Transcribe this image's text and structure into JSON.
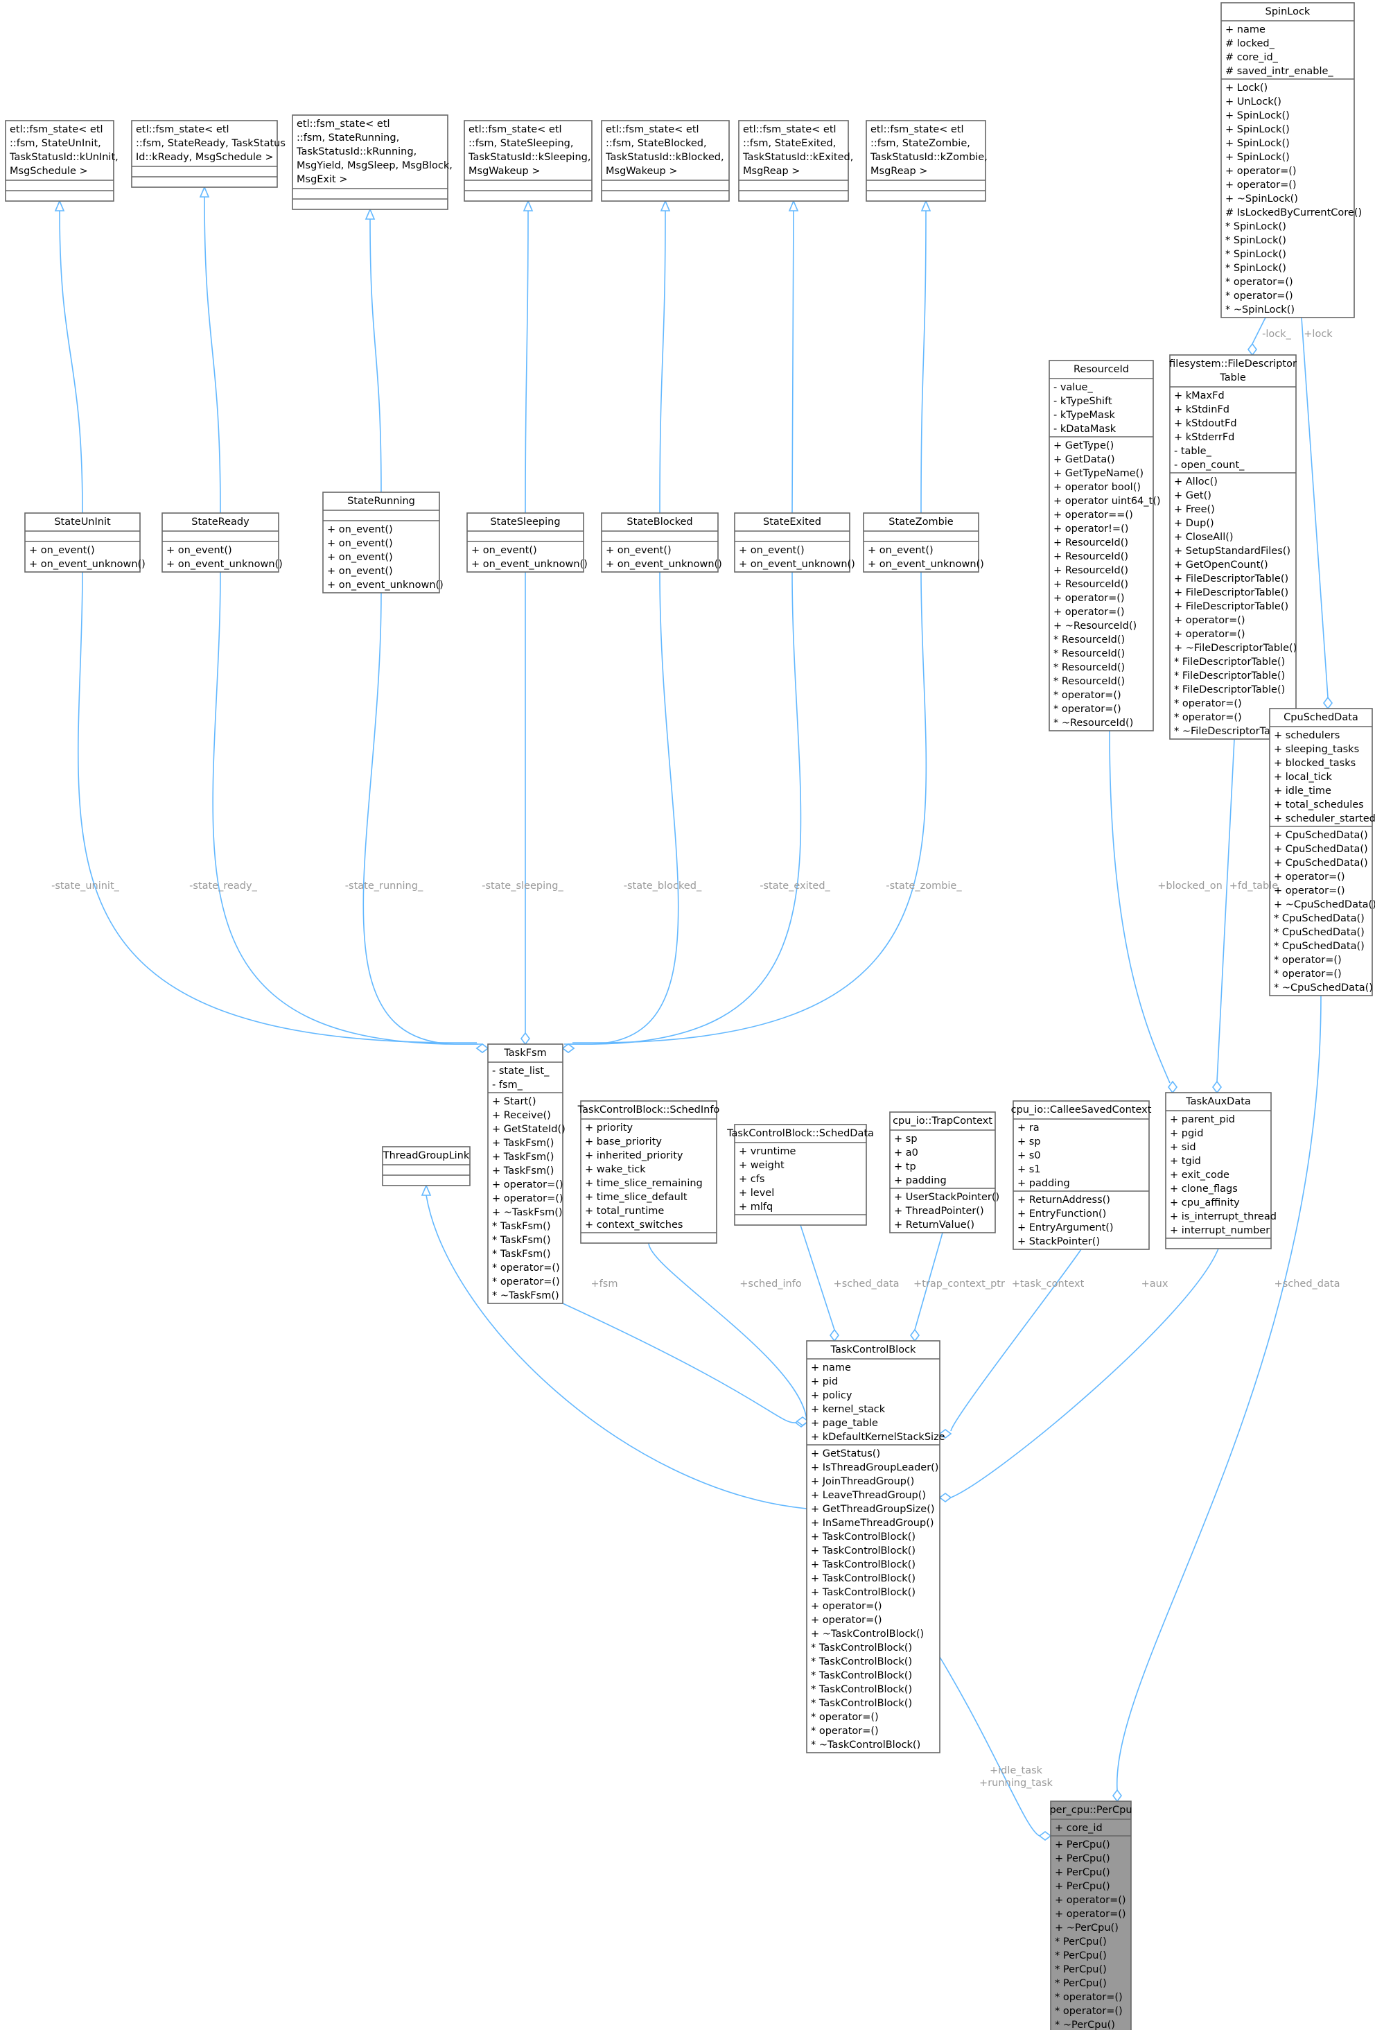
{
  "colors": {
    "edge": "#63b8ff",
    "edge_label": "#9a9a9a",
    "box_border": "#666666",
    "highlight_fill": "#999999"
  },
  "classes": [
    {
      "id": "fsm_uninit",
      "title": [
        "etl::fsm_state< etl",
        "::fsm, StateUnInit,",
        "TaskStatusId::kUnInit,",
        "MsgSchedule >"
      ],
      "title_align": "left",
      "attrs": [],
      "methods": []
    },
    {
      "id": "fsm_ready",
      "title": [
        "etl::fsm_state< etl",
        "::fsm, StateReady, TaskStatus",
        "Id::kReady, MsgSchedule >"
      ],
      "title_align": "left",
      "attrs": [],
      "methods": []
    },
    {
      "id": "fsm_running",
      "title": [
        "etl::fsm_state< etl",
        "::fsm, StateRunning,",
        "TaskStatusId::kRunning,",
        "MsgYield, MsgSleep, MsgBlock,",
        "MsgExit >"
      ],
      "title_align": "left",
      "attrs": [],
      "methods": []
    },
    {
      "id": "fsm_sleeping",
      "title": [
        "etl::fsm_state< etl",
        "::fsm, StateSleeping,",
        "TaskStatusId::kSleeping,",
        "MsgWakeup >"
      ],
      "title_align": "left",
      "attrs": [],
      "methods": []
    },
    {
      "id": "fsm_blocked",
      "title": [
        "etl::fsm_state< etl",
        "::fsm, StateBlocked,",
        "TaskStatusId::kBlocked,",
        "MsgWakeup >"
      ],
      "title_align": "left",
      "attrs": [],
      "methods": []
    },
    {
      "id": "fsm_exited",
      "title": [
        "etl::fsm_state< etl",
        "::fsm, StateExited,",
        "TaskStatusId::kExited,",
        "MsgReap >"
      ],
      "title_align": "left",
      "attrs": [],
      "methods": []
    },
    {
      "id": "fsm_zombie",
      "title": [
        "etl::fsm_state< etl",
        "::fsm, StateZombie,",
        "TaskStatusId::kZombie,",
        "MsgReap >"
      ],
      "title_align": "left",
      "attrs": [],
      "methods": []
    },
    {
      "id": "spinlock",
      "title": [
        "SpinLock"
      ],
      "attrs": [
        "+ name",
        "# locked_",
        "# core_id_",
        "# saved_intr_enable_"
      ],
      "methods": [
        "+ Lock()",
        "+ UnLock()",
        "+ SpinLock()",
        "+ SpinLock()",
        "+ SpinLock()",
        "+ SpinLock()",
        "+ operator=()",
        "+ operator=()",
        "+ ~SpinLock()",
        "# IsLockedByCurrentCore()",
        "*  SpinLock()",
        "*  SpinLock()",
        "*  SpinLock()",
        "*  SpinLock()",
        "*  operator=()",
        "*  operator=()",
        "*  ~SpinLock()"
      ]
    },
    {
      "id": "resourceid",
      "title": [
        "ResourceId"
      ],
      "attrs": [
        "-  value_",
        "-  kTypeShift",
        "-  kTypeMask",
        "-  kDataMask"
      ],
      "methods": [
        "+ GetType()",
        "+ GetData()",
        "+ GetTypeName()",
        "+ operator bool()",
        "+ operator uint64_t()",
        "+ operator==()",
        "+ operator!=()",
        "+ ResourceId()",
        "+ ResourceId()",
        "+ ResourceId()",
        "+ ResourceId()",
        "+ operator=()",
        "+ operator=()",
        "+ ~ResourceId()",
        "*  ResourceId()",
        "*  ResourceId()",
        "*  ResourceId()",
        "*  ResourceId()",
        "*  operator=()",
        "*  operator=()",
        "*  ~ResourceId()"
      ]
    },
    {
      "id": "fdtable",
      "title": [
        "filesystem::FileDescriptor",
        "Table"
      ],
      "attrs": [
        "+  kMaxFd",
        "+  kStdinFd",
        "+  kStdoutFd",
        "+  kStderrFd",
        "-  table_",
        "-  open_count_"
      ],
      "methods": [
        "+ Alloc()",
        "+ Get()",
        "+ Free()",
        "+ Dup()",
        "+ CloseAll()",
        "+ SetupStandardFiles()",
        "+ GetOpenCount()",
        "+ FileDescriptorTable()",
        "+ FileDescriptorTable()",
        "+ FileDescriptorTable()",
        "+ operator=()",
        "+ operator=()",
        "+ ~FileDescriptorTable()",
        "*  FileDescriptorTable()",
        "*  FileDescriptorTable()",
        "*  FileDescriptorTable()",
        "*  operator=()",
        "*  operator=()",
        "*  ~FileDescriptorTable()"
      ]
    },
    {
      "id": "cpusched",
      "title": [
        "CpuSchedData"
      ],
      "attrs": [
        "+ schedulers",
        "+ sleeping_tasks",
        "+ blocked_tasks",
        "+ local_tick",
        "+ idle_time",
        "+ total_schedules",
        "+ scheduler_started"
      ],
      "methods": [
        "+ CpuSchedData()",
        "+ CpuSchedData()",
        "+ CpuSchedData()",
        "+ operator=()",
        "+ operator=()",
        "+ ~CpuSchedData()",
        "*  CpuSchedData()",
        "*  CpuSchedData()",
        "*  CpuSchedData()",
        "*  operator=()",
        "*  operator=()",
        "*  ~CpuSchedData()"
      ]
    },
    {
      "id": "st_uninit",
      "title": [
        "StateUnInit"
      ],
      "attrs": [],
      "methods": [
        "+ on_event()",
        "+ on_event_unknown()"
      ]
    },
    {
      "id": "st_ready",
      "title": [
        "StateReady"
      ],
      "attrs": [],
      "methods": [
        "+ on_event()",
        "+ on_event_unknown()"
      ]
    },
    {
      "id": "st_running",
      "title": [
        "StateRunning"
      ],
      "attrs": [],
      "methods": [
        "+ on_event()",
        "+ on_event()",
        "+ on_event()",
        "+ on_event()",
        "+ on_event_unknown()"
      ]
    },
    {
      "id": "st_sleeping",
      "title": [
        "StateSleeping"
      ],
      "attrs": [],
      "methods": [
        "+ on_event()",
        "+ on_event_unknown()"
      ]
    },
    {
      "id": "st_blocked",
      "title": [
        "StateBlocked"
      ],
      "attrs": [],
      "methods": [
        "+ on_event()",
        "+ on_event_unknown()"
      ]
    },
    {
      "id": "st_exited",
      "title": [
        "StateExited"
      ],
      "attrs": [],
      "methods": [
        "+ on_event()",
        "+ on_event_unknown()"
      ]
    },
    {
      "id": "st_zombie",
      "title": [
        "StateZombie"
      ],
      "attrs": [],
      "methods": [
        "+ on_event()",
        "+ on_event_unknown()"
      ]
    },
    {
      "id": "taskfsm",
      "title": [
        "TaskFsm"
      ],
      "attrs": [
        "-  state_list_",
        "-  fsm_"
      ],
      "methods": [
        "+ Start()",
        "+ Receive()",
        "+ GetStateId()",
        "+ TaskFsm()",
        "+ TaskFsm()",
        "+ TaskFsm()",
        "+ operator=()",
        "+ operator=()",
        "+ ~TaskFsm()",
        "*  TaskFsm()",
        "*  TaskFsm()",
        "*  TaskFsm()",
        "*  operator=()",
        "*  operator=()",
        "*  ~TaskFsm()"
      ]
    },
    {
      "id": "schedinfo",
      "title": [
        "TaskControlBlock::SchedInfo"
      ],
      "attrs": [
        "+    priority",
        "+    base_priority",
        "+    inherited_priority",
        "+    wake_tick",
        "+    time_slice_remaining",
        "+    time_slice_default",
        "+    total_runtime",
        "+    context_switches"
      ],
      "methods": []
    },
    {
      "id": "scheddata",
      "title": [
        "TaskControlBlock::SchedData"
      ],
      "attrs": [
        "+          vruntime",
        "+          weight",
        "+          cfs",
        "+          level",
        "+          mlfq"
      ],
      "methods": []
    },
    {
      "id": "trapctx",
      "title": [
        "cpu_io::TrapContext"
      ],
      "attrs": [
        "+ sp",
        "+ a0",
        "+ tp",
        "+ padding"
      ],
      "methods": [
        "+ UserStackPointer()",
        "+ ThreadPointer()",
        "+ ReturnValue()"
      ]
    },
    {
      "id": "calleectx",
      "title": [
        "cpu_io::CalleeSavedContext"
      ],
      "attrs": [
        "+        ra",
        "+        sp",
        "+        s0",
        "+        s1",
        "+        padding"
      ],
      "methods": [
        "+        ReturnAddress()",
        "+        EntryFunction()",
        "+        EntryArgument()",
        "+        StackPointer()"
      ]
    },
    {
      "id": "taskaux",
      "title": [
        "TaskAuxData"
      ],
      "attrs": [
        "+ parent_pid",
        "+ pgid",
        "+ sid",
        "+ tgid",
        "+ exit_code",
        "+ clone_flags",
        "+ cpu_affinity",
        "+ is_interrupt_thread",
        "+ interrupt_number"
      ],
      "methods": []
    },
    {
      "id": "threadgroup",
      "title": [
        "ThreadGroupLink"
      ],
      "attrs": [],
      "methods": []
    },
    {
      "id": "tcb",
      "title": [
        "TaskControlBlock"
      ],
      "attrs": [
        "+ name",
        "+ pid",
        "+ policy",
        "+ kernel_stack",
        "+ page_table",
        "+ kDefaultKernelStackSize"
      ],
      "methods": [
        "+ GetStatus()",
        "+ IsThreadGroupLeader()",
        "+ JoinThreadGroup()",
        "+ LeaveThreadGroup()",
        "+ GetThreadGroupSize()",
        "+ InSameThreadGroup()",
        "+ TaskControlBlock()",
        "+ TaskControlBlock()",
        "+ TaskControlBlock()",
        "+ TaskControlBlock()",
        "+ TaskControlBlock()",
        "+ operator=()",
        "+ operator=()",
        "+ ~TaskControlBlock()",
        "*  TaskControlBlock()",
        "*  TaskControlBlock()",
        "*  TaskControlBlock()",
        "*  TaskControlBlock()",
        "*  TaskControlBlock()",
        "*  operator=()",
        "*  operator=()",
        "*  ~TaskControlBlock()"
      ]
    },
    {
      "id": "percpu",
      "title": [
        "per_cpu::PerCpu"
      ],
      "highlight": true,
      "attrs": [
        "+  core_id"
      ],
      "methods": [
        "+  PerCpu()",
        "+  PerCpu()",
        "+  PerCpu()",
        "+  PerCpu()",
        "+  operator=()",
        "+  operator=()",
        "+  ~PerCpu()",
        "*  PerCpu()",
        "*  PerCpu()",
        "*  PerCpu()",
        "*  PerCpu()",
        "*  operator=()",
        "*  operator=()",
        "*  ~PerCpu()"
      ]
    }
  ],
  "edge_labels": {
    "state_uninit": [
      "-state_uninit_"
    ],
    "state_ready": [
      "-state_ready_"
    ],
    "state_running": [
      "-state_running_"
    ],
    "state_sleeping": [
      "-state_sleeping_"
    ],
    "state_blocked": [
      "-state_blocked_"
    ],
    "state_exited": [
      "-state_exited_"
    ],
    "state_zombie": [
      "-state_zombie_"
    ],
    "lock_fd": [
      "-lock_"
    ],
    "lock_cpu": [
      "+lock"
    ],
    "blocked_on": [
      "+blocked_on"
    ],
    "fd_table": [
      "+fd_table"
    ],
    "fsm": [
      "+fsm"
    ],
    "sched_info": [
      "+sched_info"
    ],
    "sched_data_tcb": [
      "+sched_data"
    ],
    "trap_context": [
      "+trap_context_ptr"
    ],
    "task_context": [
      "+task_context"
    ],
    "aux": [
      "+aux"
    ],
    "sched_data_cpu": [
      "+sched_data"
    ],
    "idle_running": [
      "+idle_task",
      "+running_task"
    ]
  }
}
